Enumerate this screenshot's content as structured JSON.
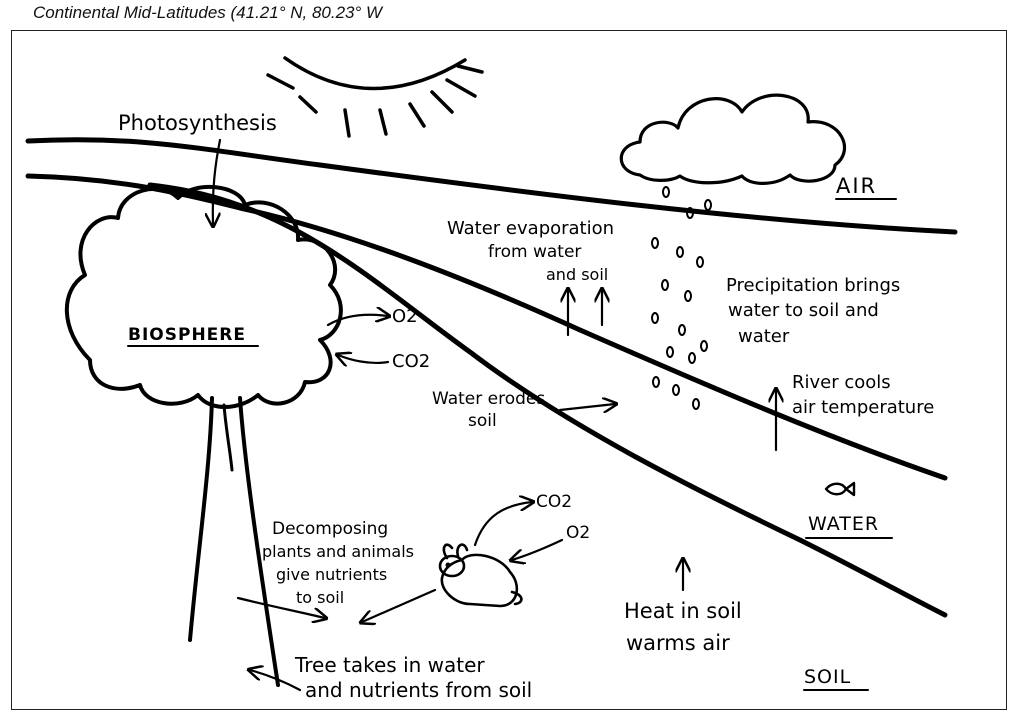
{
  "caption": "Continental Mid-Latitudes (41.21° N, 80.23° W",
  "zones": {
    "air": "AIR",
    "biosphere": "BIOSPHERE",
    "water": "WATER",
    "soil": "SOIL"
  },
  "labels": {
    "photosynthesis": "Photosynthesis",
    "evaporation_1": "Water evaporation",
    "evaporation_2": "from water",
    "evaporation_3": "and soil",
    "precipitation_1": "Precipitation brings",
    "precipitation_2": "water to soil and",
    "precipitation_3": "water",
    "o2_tree": "O2",
    "co2_tree": "CO2",
    "erodes_1": "Water erodes",
    "erodes_2": "soil",
    "river_1": "River cools",
    "river_2": "air temperature",
    "decompose_1": "Decomposing",
    "decompose_2": "plants and animals",
    "decompose_3": "give nutrients",
    "decompose_4": "to soil",
    "co2_rabbit": "CO2",
    "o2_rabbit": "O2",
    "heat_1": "Heat in soil",
    "heat_2": "warms air",
    "tree_1": "Tree takes in water",
    "tree_2": "and nutrients from soil"
  },
  "icons": [
    "sun-icon",
    "cloud-icon",
    "tree-icon",
    "rabbit-icon",
    "fish-icon",
    "raindrop-icon"
  ]
}
